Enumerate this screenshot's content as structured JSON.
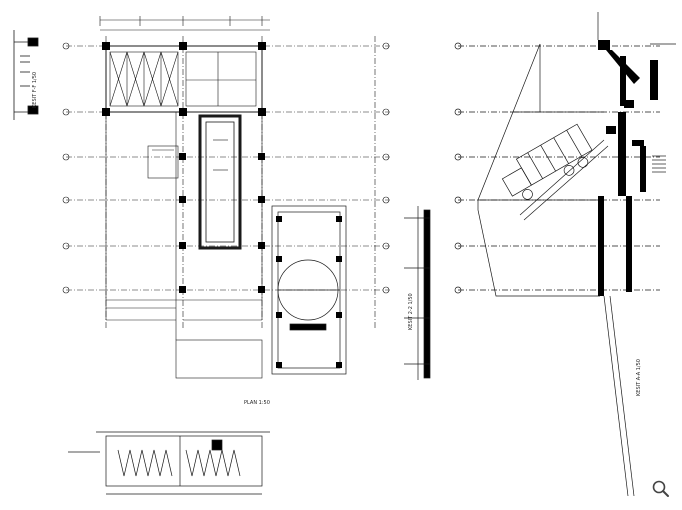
{
  "labels": {
    "plan": "PLAN 1:50",
    "section_ff": "KESIT F-F 1/50",
    "section_22": "KESIT 2-2 1/50",
    "section_aa": "KESIT A-A 1/50"
  },
  "icons": {
    "zoom": "magnifier-icon"
  },
  "colors": {
    "ink": "#1a1a1a",
    "fill": "#000000",
    "background": "#ffffff"
  }
}
